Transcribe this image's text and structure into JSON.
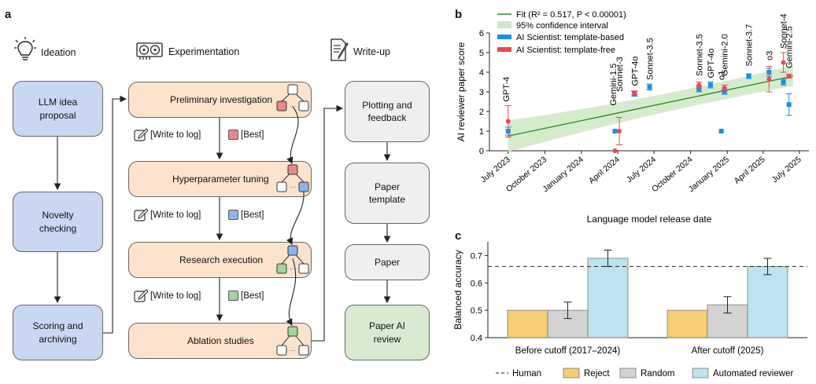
{
  "panels": {
    "a": "a",
    "b": "b",
    "c": "c"
  },
  "panel_a": {
    "stages": {
      "ideation": "Ideation",
      "experimentation": "Experimentation",
      "writeup": "Write-up"
    },
    "ideation_boxes": [
      "LLM idea\nproposal",
      "Novelty\nchecking",
      "Scoring and\narchiving"
    ],
    "experiment_boxes": [
      "Preliminary investigation",
      "Hyperparameter tuning",
      "Research execution",
      "Ablation studies"
    ],
    "writeup_boxes": [
      "Plotting and\nfeedback",
      "Paper\ntemplate",
      "Paper",
      "Paper AI\nreview"
    ],
    "write_to_log": "[Write to log]",
    "best": "[Best]",
    "colors": {
      "best_1": "#e8868a",
      "best_2": "#8fb4ea",
      "best_3": "#a5d49b"
    }
  },
  "chart_data": [
    {
      "type": "scatter",
      "xlabel": "Language model release date",
      "ylabel": "AI reviewer paper score",
      "ylim": [
        0,
        6
      ],
      "yticks": [
        0,
        1,
        2,
        3,
        4,
        5,
        6
      ],
      "xticks": [
        "July 2023",
        "October 2023",
        "January 2024",
        "April 2024",
        "July 2024",
        "October 2024",
        "January 2025",
        "April 2025",
        "July 2025"
      ],
      "legend": {
        "fit": "Fit (R² = 0.517, P < 0.00001)",
        "ci": "95% confidence interval",
        "template_based": "AI Scientist: template-based",
        "template_free": "AI Scientist: template-free",
        "placement": "top-left"
      },
      "colors": {
        "fit": "#2e8b2e",
        "ci": "#cfe8c6",
        "template_based": "#1b8fe0",
        "template_free": "#e84a50"
      },
      "fit_line": {
        "x": [
          "2023-07-01",
          "2025-06-15"
        ],
        "y": [
          0.75,
          3.8
        ]
      },
      "model_labels": [
        {
          "name": "GPT-4",
          "date": "2023-06-25"
        },
        {
          "name": "Gemini-1.5",
          "date": "2024-03-20"
        },
        {
          "name": "Sonnet-3",
          "date": "2024-04-05"
        },
        {
          "name": "GPT-4o",
          "date": "2024-05-13"
        },
        {
          "name": "Sonnet-3.5",
          "date": "2024-06-20"
        },
        {
          "name": "Sonnet-3.5",
          "date": "2024-10-22"
        },
        {
          "name": "GPT-4o",
          "date": "2024-11-20"
        },
        {
          "name": "o1",
          "date": "2024-12-17"
        },
        {
          "name": "Gemini-2.0",
          "date": "2024-12-25"
        },
        {
          "name": "Sonnet-3.7",
          "date": "2025-02-24"
        },
        {
          "name": "o3",
          "date": "2025-04-16"
        },
        {
          "name": "Sonnet-4",
          "date": "2025-05-22"
        },
        {
          "name": "Gemini-2.5",
          "date": "2025-06-05"
        }
      ],
      "series": [
        {
          "name": "AI Scientist: template-based",
          "points": [
            {
              "date": "2023-07-01",
              "y": 1.0,
              "err": 0.2
            },
            {
              "date": "2024-03-25",
              "y": 1.0,
              "err": 0
            },
            {
              "date": "2024-05-13",
              "y": 2.9,
              "err": 0.12
            },
            {
              "date": "2024-06-20",
              "y": 3.25,
              "err": 0.15
            },
            {
              "date": "2024-10-22",
              "y": 3.15,
              "err": 0.15
            },
            {
              "date": "2024-11-20",
              "y": 3.35,
              "err": 0.15
            },
            {
              "date": "2024-12-17",
              "y": 1.0,
              "err": 0
            },
            {
              "date": "2024-12-25",
              "y": 3.0,
              "err": 0.12
            },
            {
              "date": "2025-02-24",
              "y": 3.8,
              "err": 0.12
            },
            {
              "date": "2025-04-16",
              "y": 4.0,
              "err": 0.2
            },
            {
              "date": "2025-05-22",
              "y": 3.5,
              "err": 0.15
            },
            {
              "date": "2025-06-05",
              "y": 2.35,
              "err": 0.55
            }
          ]
        },
        {
          "name": "AI Scientist: template-free",
          "points": [
            {
              "date": "2023-07-01",
              "y": 1.5,
              "err": 0.8
            },
            {
              "date": "2024-03-25",
              "y": 0.0,
              "err": 0
            },
            {
              "date": "2024-04-05",
              "y": 1.0,
              "err": 0.7
            },
            {
              "date": "2024-05-13",
              "y": 2.95,
              "err": 0.1
            },
            {
              "date": "2024-10-22",
              "y": 3.35,
              "err": 0.15
            },
            {
              "date": "2024-12-25",
              "y": 3.2,
              "err": 0.15
            },
            {
              "date": "2025-04-16",
              "y": 3.65,
              "err": 0.65
            },
            {
              "date": "2025-05-22",
              "y": 4.5,
              "err": 0.5
            },
            {
              "date": "2025-06-05",
              "y": 3.8,
              "err": 0.1
            }
          ]
        }
      ]
    },
    {
      "type": "bar",
      "ylabel": "Balanced accuracy",
      "ylim": [
        0.4,
        0.75
      ],
      "yticks": [
        0.4,
        0.5,
        0.6,
        0.7
      ],
      "categories": [
        "Before cutoff (2017–2024)",
        "After cutoff (2025)"
      ],
      "series": [
        {
          "name": "Reject",
          "color": "#f6cc77",
          "values": [
            0.5,
            0.5
          ],
          "errors": [
            0,
            0
          ]
        },
        {
          "name": "Random",
          "color": "#d3d3d3",
          "values": [
            0.5,
            0.52
          ],
          "errors": [
            0.03,
            0.03
          ]
        },
        {
          "name": "Automated reviewer",
          "color": "#bde3ee",
          "values": [
            0.69,
            0.66
          ],
          "errors": [
            0.03,
            0.03
          ]
        }
      ],
      "human_line": {
        "name": "Human",
        "value": 0.66
      },
      "legend_placement": "bottom"
    }
  ]
}
